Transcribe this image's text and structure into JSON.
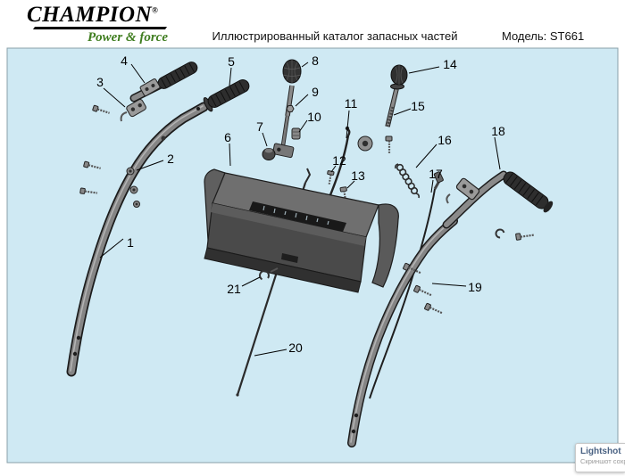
{
  "header": {
    "brand": "CHAMPION",
    "registered_mark": "®",
    "tagline": "Power & force",
    "catalog_title": "Иллюстрированный каталог запасных частей",
    "model_label": "Модель: ST661"
  },
  "diagram": {
    "callouts": [
      "1",
      "2",
      "3",
      "4",
      "5",
      "6",
      "7",
      "8",
      "9",
      "10",
      "11",
      "12",
      "13",
      "14",
      "15",
      "16",
      "17",
      "18",
      "19",
      "20",
      "21"
    ]
  },
  "overlay": {
    "app_name": "Lightshot",
    "status_text": "Скриншот сохра"
  },
  "colors": {
    "canvas_blue": "#cfe9f3",
    "brand_green": "#3f7d1f",
    "ink": "#111111",
    "part_metal": "#8a8a8a",
    "part_dark": "#2e2e2e"
  }
}
